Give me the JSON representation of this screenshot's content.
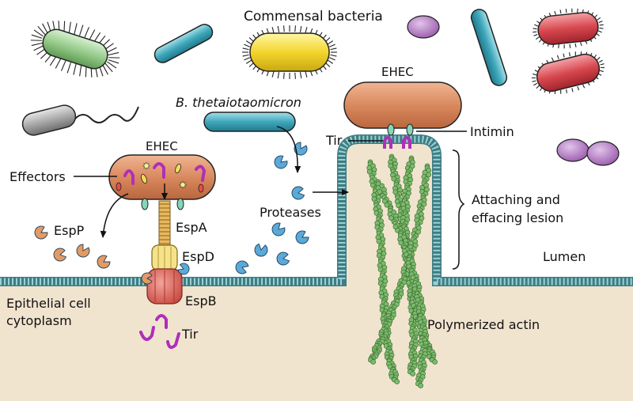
{
  "labels": {
    "commensal": "Commensal bacteria",
    "bthet": "B. thetaiotaomicron",
    "ehec_left": "EHEC",
    "ehec_right": "EHEC",
    "effectors": "Effectors",
    "espp": "EspP",
    "espa": "EspA",
    "espd": "EspD",
    "espb": "EspB",
    "tir_bottom": "Tir",
    "tir_right": "Tir",
    "intimin": "Intimin",
    "proteases": "Proteases",
    "ae_line1": "Attaching and",
    "ae_line2": "effacing lesion",
    "lumen": "Lumen",
    "epi_line1": "Epithelial cell",
    "epi_line2": "cytoplasm",
    "actin": "Polymerized actin"
  },
  "colors": {
    "cytoplasm": "#f1e4cf",
    "membrane": "#8ac4c8",
    "membrane_edge": "#4a8c93",
    "ehec": "#d98a5f",
    "protease": "#5ba9d8",
    "espp": "#e39a63",
    "actin": "#6aa85c",
    "tir": "#b02fb8",
    "intimin": "#84d6b8",
    "espa": "#d9a04c",
    "espd": "#f0d878",
    "espb": "#d95a52"
  }
}
